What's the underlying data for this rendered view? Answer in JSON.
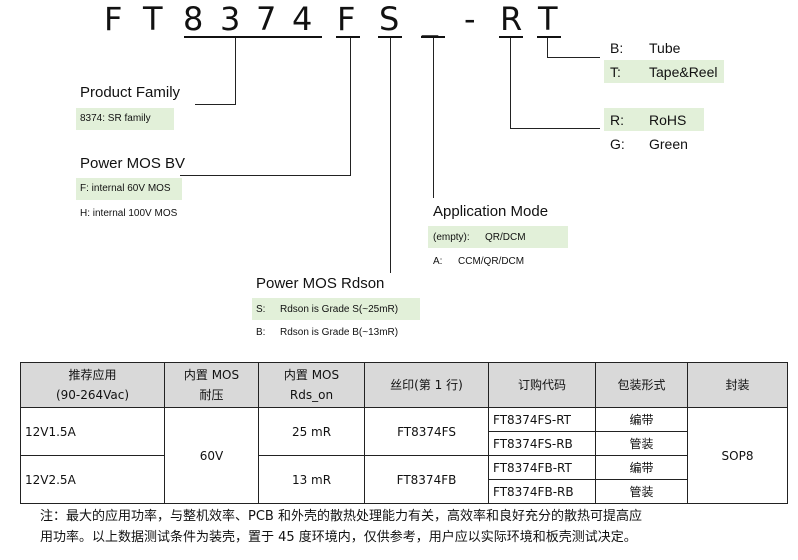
{
  "part_number": {
    "chars": [
      "F",
      "T",
      "8",
      "3",
      "7",
      "4",
      "F",
      "S",
      "_",
      "-",
      "R",
      "T"
    ]
  },
  "product_family": {
    "title": "Product Family",
    "items": [
      "8374: SR family"
    ]
  },
  "power_mos_bv": {
    "title": "Power MOS BV",
    "items": [
      "F: internal 60V MOS",
      "H: internal 100V MOS"
    ]
  },
  "power_mos_rdson": {
    "title": "Power MOS Rdson",
    "items": [
      {
        "code": "S:",
        "text": "Rdson is Grade S(~25mR)"
      },
      {
        "code": "B:",
        "text": "Rdson is Grade B(~13mR)"
      }
    ]
  },
  "application_mode": {
    "title": "Application Mode",
    "items": [
      {
        "code": "(empty):",
        "text": "QR/DCM"
      },
      {
        "code": "A:",
        "text": "CCM/QR/DCM"
      }
    ]
  },
  "packing": {
    "items": [
      {
        "code": "B:",
        "text": "Tube"
      },
      {
        "code": "T:",
        "text": "Tape&Reel"
      }
    ]
  },
  "rohs": {
    "items": [
      {
        "code": "R:",
        "text": "RoHS"
      },
      {
        "code": "G:",
        "text": "Green"
      }
    ]
  },
  "highlight_color": "#e2f0d9",
  "table": {
    "headers": [
      [
        "推荐应用",
        "(90-264Vac)"
      ],
      [
        "内置 MOS",
        "耐压"
      ],
      [
        "内置 MOS",
        "Rds_on"
      ],
      [
        "丝印(第 1 行)"
      ],
      [
        "订购代码"
      ],
      [
        "包装形式"
      ],
      [
        "封装"
      ]
    ],
    "rows": [
      {
        "application": "12V1.5A",
        "voltage": "60V",
        "rds_on": "25 mR",
        "marking": "FT8374FS",
        "orders": [
          {
            "code": "FT8374FS-RT",
            "packing": "编带"
          },
          {
            "code": "FT8374FS-RB",
            "packing": "管装"
          }
        ],
        "package": "SOP8"
      },
      {
        "application": "12V2.5A",
        "rds_on": "13 mR",
        "marking": "FT8374FB",
        "orders": [
          {
            "code": "FT8374FB-RT",
            "packing": "编带"
          },
          {
            "code": "FT8374FB-RB",
            "packing": "管装"
          }
        ]
      }
    ]
  },
  "note": [
    "注：最大的应用功率，与整机效率、PCB 和外壳的散热处理能力有关，高效率和良好充分的散热可提高应",
    "用功率。以上数据测试条件为装壳，置于 45 度环境内，仅供参考，用户应以实际环境和板壳测试决定。"
  ]
}
